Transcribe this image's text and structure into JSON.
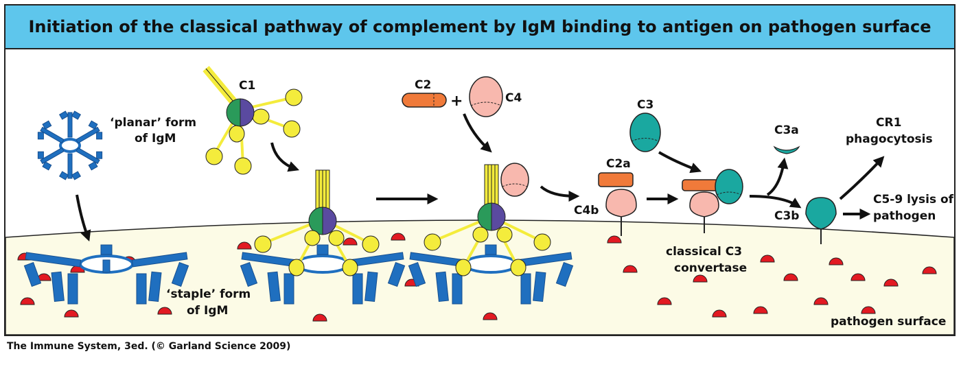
{
  "title": "Initiation of the classical pathway of complement by IgM binding to antigen on pathogen surface",
  "caption": "The Immune System, 3ed. (© Garland Science 2009)",
  "labels": {
    "planar_1": "‘planar’ form",
    "planar_2": "of IgM",
    "staple_1": "‘staple’ form",
    "staple_2": "of IgM",
    "c1": "C1",
    "c2": "C2",
    "plus": "+",
    "c4": "C4",
    "c3": "C3",
    "c2a": "C2a",
    "c4b": "C4b",
    "c3a": "C3a",
    "c3b": "C3b",
    "cr1_1": "CR1",
    "cr1_2": "phagocytosis",
    "lysis_1": "C5-9 lysis of",
    "lysis_2": "pathogen",
    "convertase_1": "classical C3",
    "convertase_2": "convertase",
    "surface": "pathogen surface"
  },
  "colors": {
    "banner": "#5ec6ec",
    "surface": "#fcfbe6",
    "antibody": "#1f6fbf",
    "c1_stalk": "#f4ec3c",
    "c1r": "#2a9a5a",
    "c1s": "#5a4aa0",
    "c2": "#f07a3a",
    "c4": "#f8b8ae",
    "c3": "#1aa8a0",
    "antigen": "#e21a22"
  }
}
